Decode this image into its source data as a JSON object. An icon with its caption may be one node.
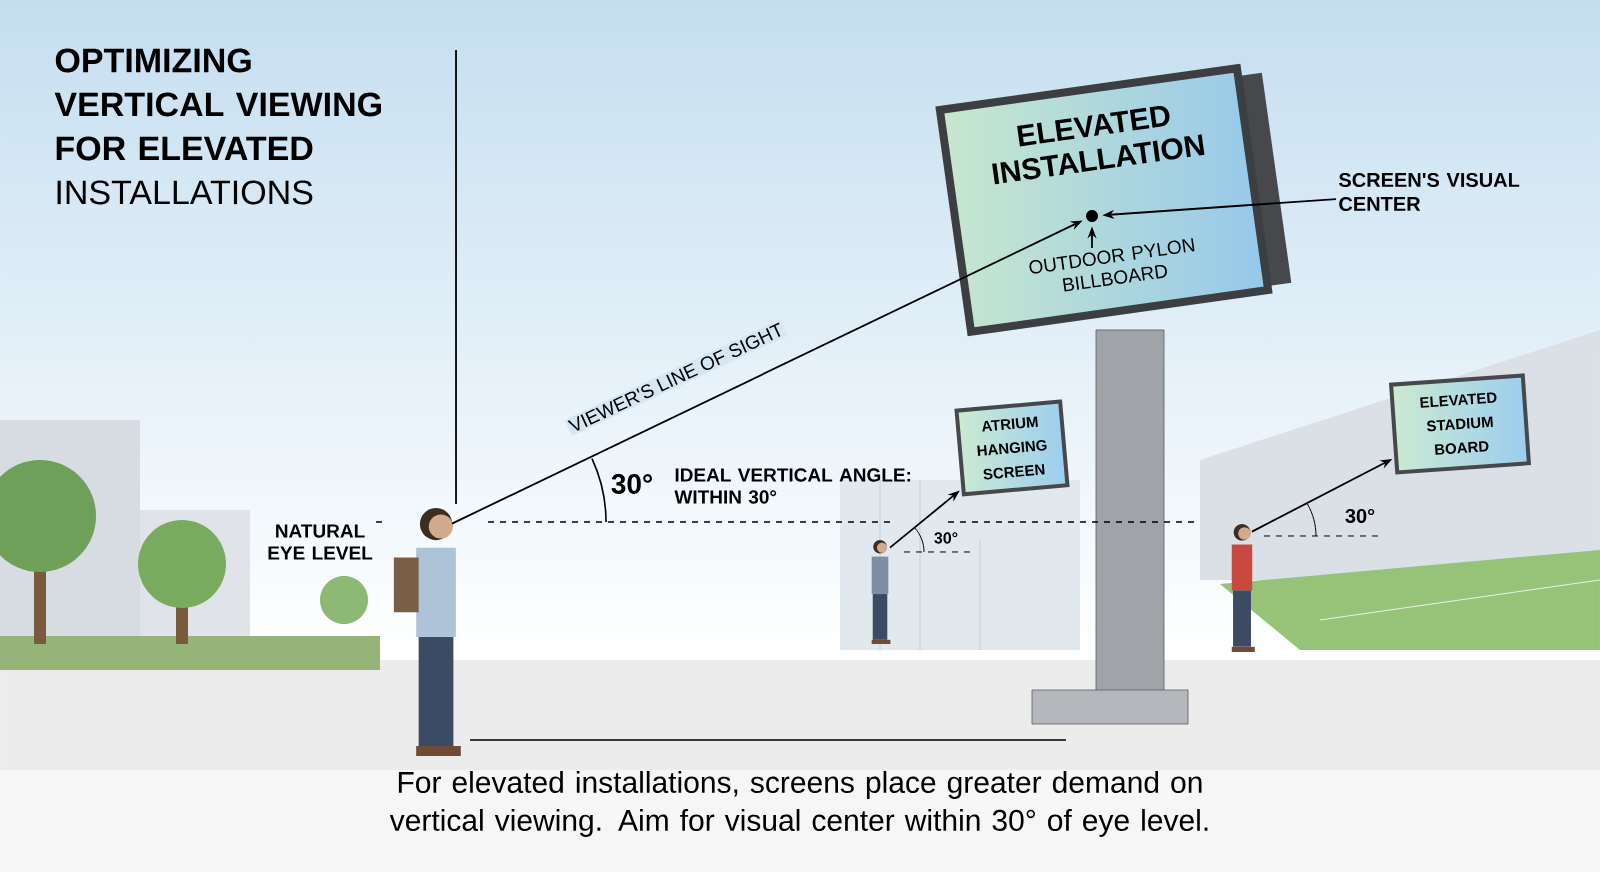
{
  "diagram": {
    "title": "**OPTIMIZING VERTICAL VIEWING FOR ELEVATED** INSTALLATIONS",
    "caption": "For elevated installations, screens place greater demand on vertical viewing. Aim for visual center within 30° of eye level.",
    "nodes": [
      {
        "text": [],
        "shape": "person"
      },
      {
        "text": [
          "ELEVATED INSTALLATION",
          "OUTDOOR PYLON BILLBOARD"
        ]
      },
      {
        "text": [],
        "shape": "circle",
        "in": 1
      },
      {
        "text": [
          "SCREEN'S VISUAL CENTER"
        ]
      },
      {
        "text": [
          "ATRIUM HANGING SCREEN"
        ]
      },
      {
        "text": [],
        "shape": "person"
      },
      {
        "text": [
          "ELEVATED STADIUM BOARD"
        ]
      },
      {
        "text": [],
        "shape": "person"
      }
    ],
    "edges": [
      {
        "from": 0,
        "to": 2,
        "arrow": "to",
        "label": "VIEWER'S LINE OF SIGHT"
      },
      {
        "from": 3,
        "to": 2,
        "arrow": "to"
      },
      {
        "from": null,
        "to": 2,
        "arrow": "to"
      },
      {
        "from": 5,
        "to": 4,
        "arrow": "to"
      },
      {
        "from": 7,
        "to": 6,
        "arrow": "to"
      }
    ],
    "labels": [
      "NATURAL EYE LEVEL",
      "30°",
      "IDEAL VERTICAL ANGLE: WITHIN 30°",
      "30°",
      "30°"
    ]
  }
}
